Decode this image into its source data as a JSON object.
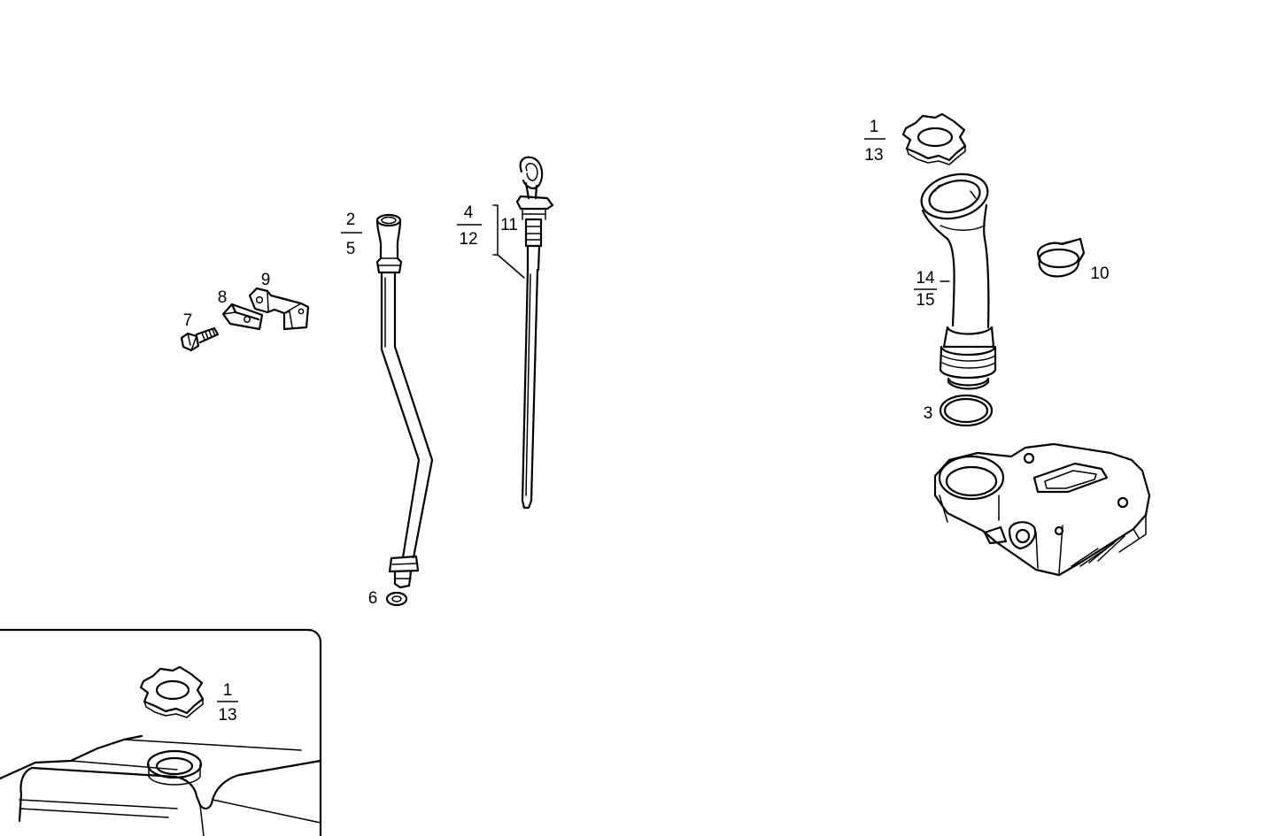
{
  "labels": {
    "filler_cap_top": {
      "numerator": "1",
      "denominator": "13"
    },
    "guide_tube": {
      "numerator": "2",
      "denominator": "5"
    },
    "dipstick": {
      "numerator": "4",
      "denominator": "12",
      "side": "11"
    },
    "filler_neck": {
      "numerator": "14",
      "denominator": "15"
    },
    "seal_ring": "3",
    "washer": "6",
    "bolt": "7",
    "clip": "8",
    "bracket": "9",
    "hose_clamp": "10",
    "inset_cap": {
      "numerator": "1",
      "denominator": "13"
    }
  }
}
